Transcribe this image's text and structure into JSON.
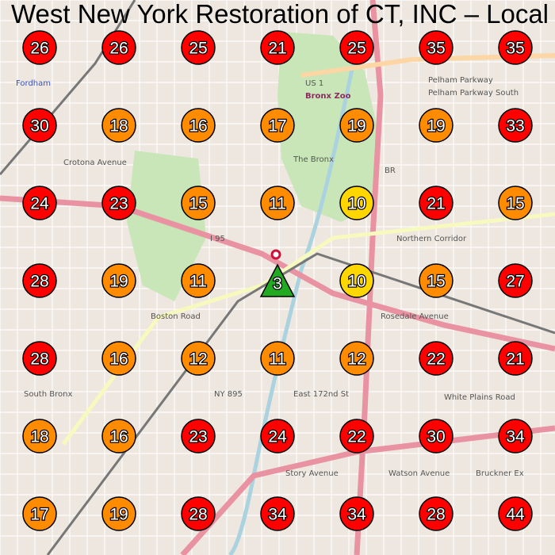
{
  "title": "West New York Restoration of CT, INC – Local C",
  "map_labels": {
    "fordham": "Fordham",
    "bronx_zoo": "Bronx Zoo",
    "the_bronx": "The Bronx",
    "south_bronx": "South Bronx",
    "us1": "US 1",
    "i95": "I 95",
    "ny895": "NY 895",
    "br": "BR",
    "boston_road": "Boston Road",
    "east_172": "East 172nd St",
    "watson": "Watson Avenue",
    "story": "Story Avenue",
    "northern_corridor": "Northern Corridor",
    "pelham1": "Pelham Parkway",
    "pelham2": "Pelham Parkway South",
    "crotona": "Crotona Avenue",
    "white_plains": "White Plains Road",
    "rosedale": "Rosedale Avenue",
    "bruckner": "Bruckner Ex"
  },
  "colors": {
    "red": "#ff0000",
    "orange": "#ff8c00",
    "yellow": "#ffd700",
    "green": "#22aa22"
  },
  "chart_data": {
    "type": "grid-markers",
    "center": {
      "value": 3,
      "shape": "triangle",
      "color": "#22aa22"
    },
    "rows": [
      [
        26,
        26,
        25,
        21,
        25,
        35,
        35
      ],
      [
        30,
        18,
        16,
        17,
        19,
        19,
        33
      ],
      [
        24,
        23,
        15,
        11,
        10,
        21,
        15
      ],
      [
        28,
        19,
        11,
        3,
        10,
        15,
        27
      ],
      [
        28,
        16,
        12,
        11,
        12,
        22,
        21
      ],
      [
        18,
        16,
        23,
        24,
        22,
        30,
        34
      ],
      [
        17,
        19,
        28,
        34,
        34,
        28,
        44
      ]
    ]
  }
}
